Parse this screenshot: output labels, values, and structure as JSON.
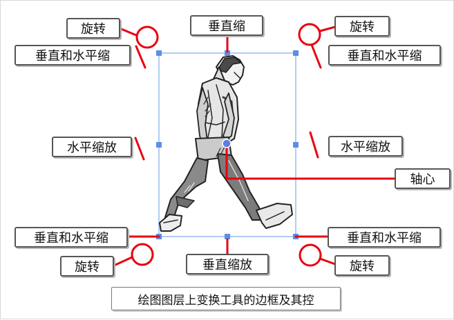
{
  "labels": {
    "rotate_top_left": "旋转",
    "scale_both_top_left": "垂直和水平缩",
    "scale_vertical_top": "垂直缩",
    "rotate_top_right": "旋转",
    "scale_both_top_right": "垂直和水平缩",
    "scale_horizontal_left": "水平缩放",
    "scale_horizontal_right": "水平缩放",
    "pivot": "轴心",
    "scale_both_bottom_left": "垂直和水平缩",
    "rotate_bottom_left": "旋转",
    "scale_vertical_bottom": "垂直缩放",
    "scale_both_bottom_right": "垂直和水平缩",
    "rotate_bottom_right": "旋转"
  },
  "caption": "绘图图层上变换工具的边框及其控",
  "colors": {
    "callout": "#e8000e",
    "bounding_box": "#7aaaf0",
    "handle": "#5b8ee8",
    "pivot": "#5b7fe0"
  }
}
